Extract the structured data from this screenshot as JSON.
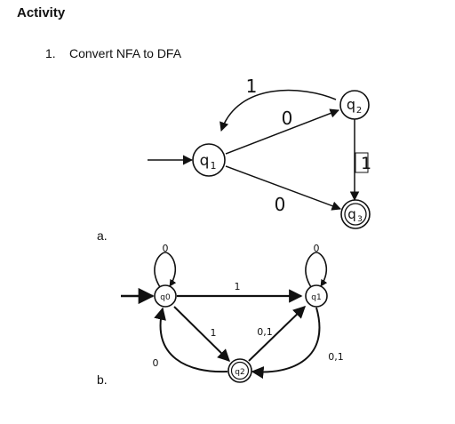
{
  "document": {
    "title": "Activity",
    "item_number": "1.",
    "item_text": "Convert NFA to DFA",
    "option_a": "a.",
    "option_b": "b."
  },
  "nfa": {
    "states": [
      {
        "id": "q1",
        "letter": "q",
        "sub": "1",
        "start": true,
        "accept": false
      },
      {
        "id": "q2",
        "letter": "q",
        "sub": "2",
        "start": false,
        "accept": false
      },
      {
        "id": "q3",
        "letter": "q",
        "sub": "3",
        "start": false,
        "accept": true
      }
    ],
    "transitions": [
      {
        "from": "q2",
        "to": "q1",
        "label": "1"
      },
      {
        "from": "q1",
        "to": "q2",
        "label": "0"
      },
      {
        "from": "q1",
        "to": "q3",
        "label": "0"
      },
      {
        "from": "q2",
        "to": "q3",
        "label": "1"
      }
    ]
  },
  "dfa": {
    "states": [
      {
        "id": "q0",
        "label": "q0",
        "start": true,
        "accept": false
      },
      {
        "id": "q1",
        "label": "q1",
        "start": false,
        "accept": false
      },
      {
        "id": "q2",
        "label": "q2",
        "start": false,
        "accept": true
      }
    ],
    "transitions": [
      {
        "from": "q0",
        "to": "q0",
        "label": "0"
      },
      {
        "from": "q1",
        "to": "q1",
        "label": "0"
      },
      {
        "from": "q0",
        "to": "q1",
        "label": "1"
      },
      {
        "from": "q0",
        "to": "q2",
        "label": "1"
      },
      {
        "from": "q2",
        "to": "q1",
        "label": "0,1"
      },
      {
        "from": "q2",
        "to": "q0",
        "label": "0"
      },
      {
        "from": "q1",
        "to": "q2",
        "label": "0,1"
      }
    ]
  }
}
